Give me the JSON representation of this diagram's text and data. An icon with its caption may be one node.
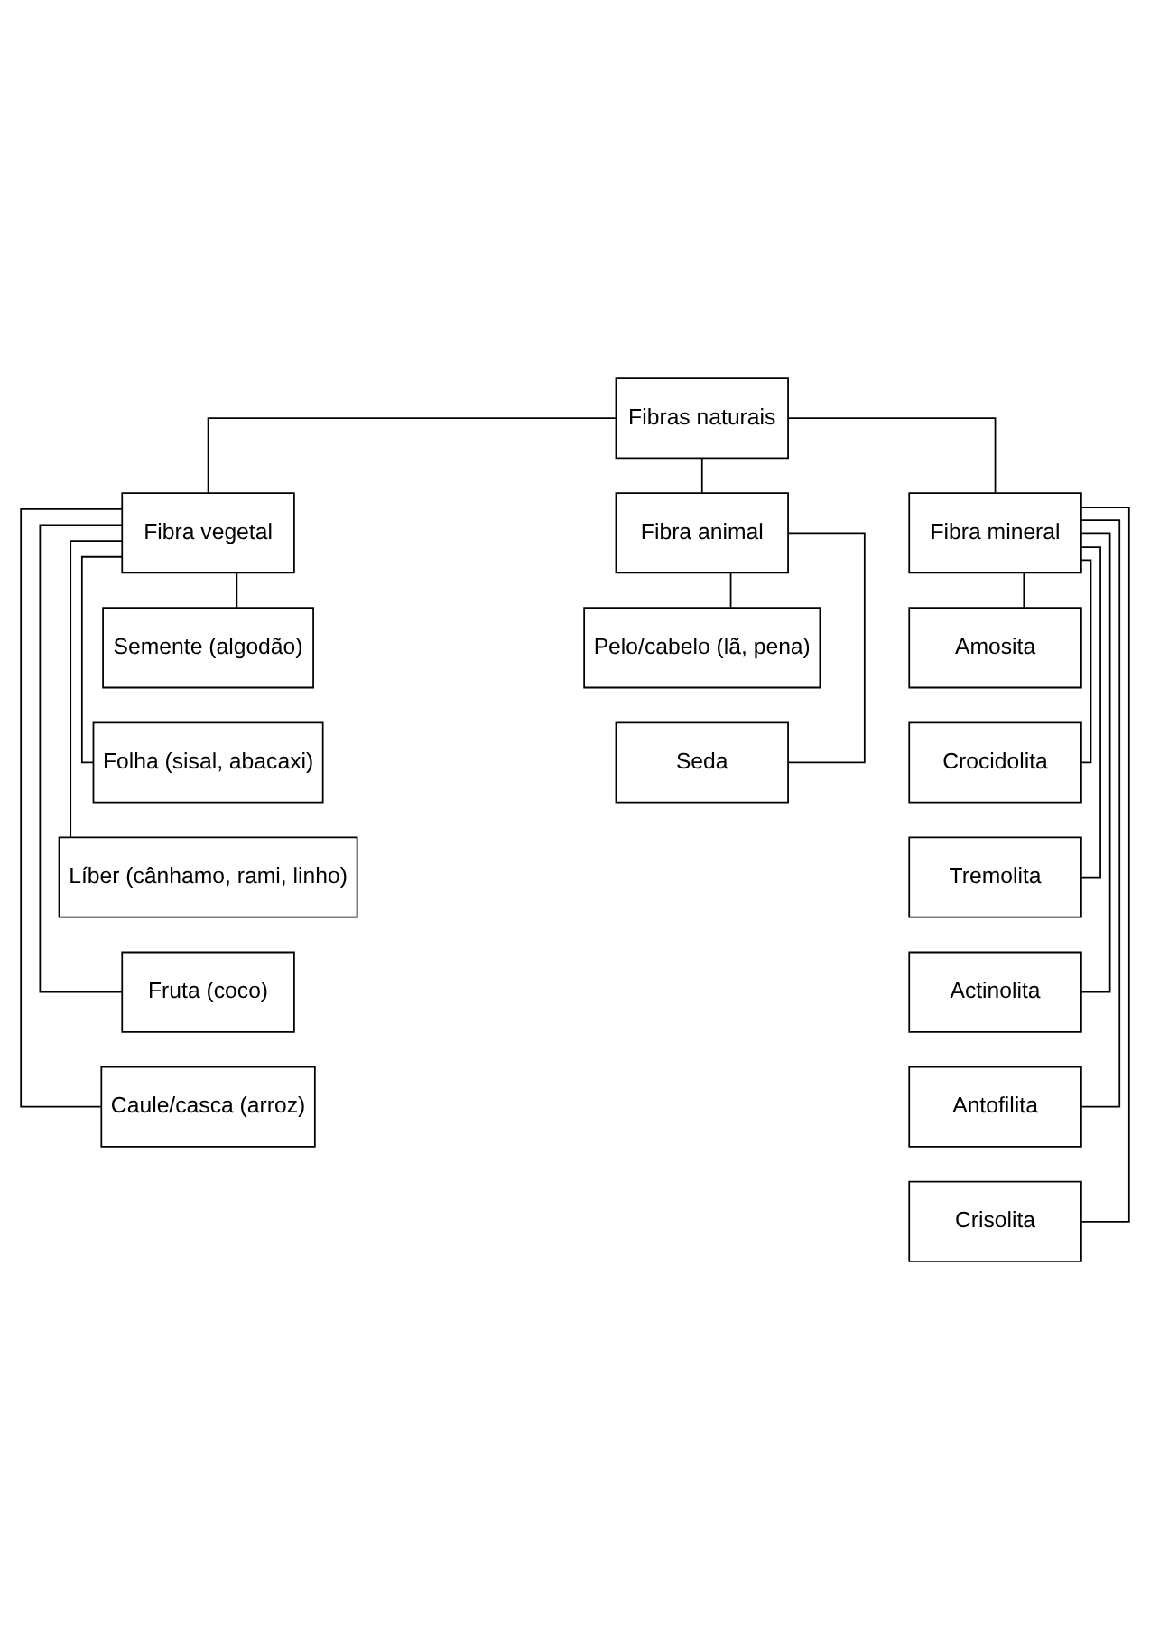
{
  "diagram": {
    "nodes": [
      {
        "text": [
          "Fibras naturais"
        ]
      },
      {
        "text": [
          "Fibra vegetal"
        ]
      },
      {
        "text": [
          "Fibra animal"
        ]
      },
      {
        "text": [
          "Fibra mineral"
        ]
      },
      {
        "text": [
          "Semente (algodão)"
        ]
      },
      {
        "text": [
          "Folha (sisal, abacaxi)"
        ]
      },
      {
        "text": [
          "Líber (cânhamo, rami, linho)"
        ]
      },
      {
        "text": [
          "Fruta (coco)"
        ]
      },
      {
        "text": [
          "Caule/casca (arroz)"
        ]
      },
      {
        "text": [
          "Pelo/cabelo (lã, pena)"
        ]
      },
      {
        "text": [
          "Seda"
        ]
      },
      {
        "text": [
          "Amosita"
        ]
      },
      {
        "text": [
          "Crocidolita"
        ]
      },
      {
        "text": [
          "Tremolita"
        ]
      },
      {
        "text": [
          "Actinolita"
        ]
      },
      {
        "text": [
          "Antofilita"
        ]
      },
      {
        "text": [
          "Crisolita"
        ]
      }
    ],
    "edges": [
      {
        "from": 0,
        "to": 1,
        "arrow": "none"
      },
      {
        "from": 0,
        "to": 2,
        "arrow": "none"
      },
      {
        "from": 0,
        "to": 3,
        "arrow": "none"
      },
      {
        "from": 1,
        "to": 4,
        "arrow": "none"
      },
      {
        "from": 1,
        "to": 5,
        "arrow": "none"
      },
      {
        "from": 1,
        "to": 6,
        "arrow": "none"
      },
      {
        "from": 1,
        "to": 7,
        "arrow": "none"
      },
      {
        "from": 1,
        "to": 8,
        "arrow": "none"
      },
      {
        "from": 2,
        "to": 9,
        "arrow": "none"
      },
      {
        "from": 2,
        "to": 10,
        "arrow": "none"
      },
      {
        "from": 3,
        "to": 11,
        "arrow": "none"
      },
      {
        "from": 3,
        "to": 12,
        "arrow": "none"
      },
      {
        "from": 3,
        "to": 13,
        "arrow": "none"
      },
      {
        "from": 3,
        "to": 14,
        "arrow": "none"
      },
      {
        "from": 3,
        "to": 15,
        "arrow": "none"
      },
      {
        "from": 3,
        "to": 16,
        "arrow": "none"
      }
    ]
  }
}
